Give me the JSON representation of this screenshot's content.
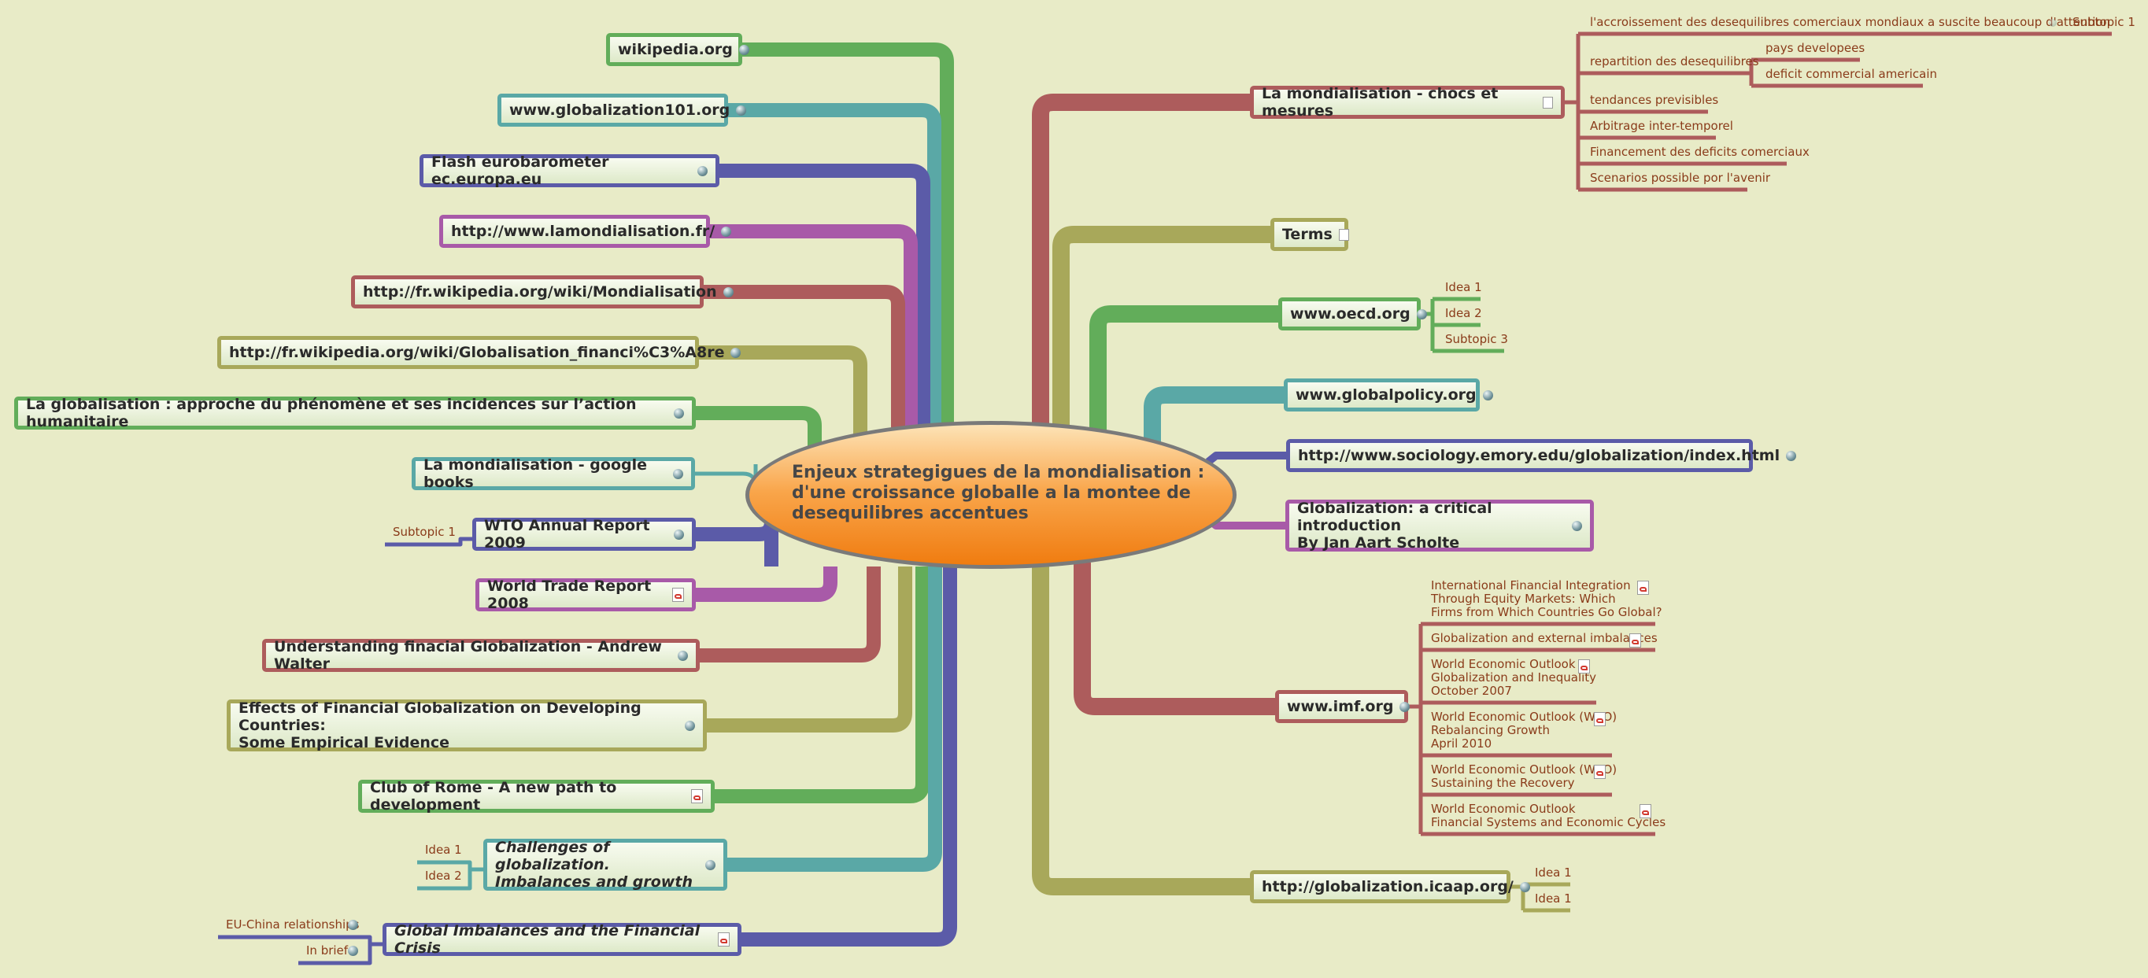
{
  "central_topic": "Enjeux strategigues de la mondialisation :\nd'une croissance globalle a la montee de\ndesequilibres accentues",
  "colors": {
    "background": "#e8ebc7",
    "green": "#62ad5a",
    "teal": "#5aa8a6",
    "blue": "#5b5ba8",
    "magenta": "#a85aa8",
    "red": "#ad5c5c",
    "olive": "#a8a85a",
    "leaf_text": "#8a3b1a"
  },
  "left_topics": [
    {
      "label": "wikipedia.org",
      "icon": "globe-icon"
    },
    {
      "label": "www.globalization101.org",
      "icon": "globe-icon"
    },
    {
      "label": "Flash eurobarometer ec.europa.eu",
      "icon": "globe-icon"
    },
    {
      "label": "http://www.lamondialisation.fr/",
      "icon": "globe-icon"
    },
    {
      "label": "http://fr.wikipedia.org/wiki/Mondialisation",
      "icon": "globe-icon"
    },
    {
      "label": "http://fr.wikipedia.org/wiki/Globalisation_financi%C3%A8re",
      "icon": "globe-icon"
    },
    {
      "label": "La globalisation : approche du phénomène et ses incidences sur l’action humanitaire",
      "icon": "globe-icon"
    },
    {
      "label": "La mondialisation - google books",
      "icon": "globe-icon"
    },
    {
      "label": "WTO Annual Report 2009",
      "icon": "globe-icon",
      "children": [
        {
          "label": "Subtopic 1"
        }
      ]
    },
    {
      "label": "World Trade Report 2008",
      "icon": "pdf-icon"
    },
    {
      "label": "Understanding finacial Globalization - Andrew Walter",
      "icon": "globe-icon"
    },
    {
      "label": "Effects of Financial Globalization on Developing Countries:\nSome Empirical Evidence",
      "icon": "globe-icon"
    },
    {
      "label": "Club of Rome - A new path to development",
      "icon": "pdf-icon"
    },
    {
      "label": "Challenges of globalization.\nImbalances and growth",
      "icon": "globe-icon",
      "children": [
        {
          "label": "Idea 1"
        },
        {
          "label": "Idea 2"
        }
      ]
    },
    {
      "label": "Global Imbalances and the Financial Crisis",
      "icon": "pdf-icon",
      "children": [
        {
          "label": "EU-China relationships",
          "icon": "globe-icon"
        },
        {
          "label": "In brief",
          "icon": "globe-icon"
        }
      ]
    }
  ],
  "right_topics": [
    {
      "label": "La mondialisation - chocs et mesures",
      "icon": "note-icon",
      "children": [
        {
          "label": "l'accroissement des desequilibres comerciaux mondiaux a suscite beaucoup d'attention",
          "children": [
            {
              "label": "Subtopic 1"
            }
          ]
        },
        {
          "label": "repartition des desequilibres",
          "children": [
            {
              "label": "pays developees"
            },
            {
              "label": "deficit commercial americain"
            }
          ]
        },
        {
          "label": "tendances previsibles"
        },
        {
          "label": "Arbitrage inter-temporel"
        },
        {
          "label": "Financement des deficits comerciaux"
        },
        {
          "label": "Scenarios possible por l'avenir"
        }
      ]
    },
    {
      "label": "Terms",
      "icon": "note-icon"
    },
    {
      "label": "www.oecd.org",
      "icon": "globe-icon",
      "children": [
        {
          "label": "Idea 1"
        },
        {
          "label": "Idea 2"
        },
        {
          "label": "Subtopic 3"
        }
      ]
    },
    {
      "label": "www.globalpolicy.org",
      "icon": "globe-icon"
    },
    {
      "label": "http://www.sociology.emory.edu/globalization/index.html",
      "icon": "globe-icon"
    },
    {
      "label": "Globalization: a critical introduction\n By Jan Aart Scholte",
      "icon": "globe-icon"
    },
    {
      "label": "www.imf.org",
      "icon": "globe-icon",
      "children": [
        {
          "label": "International Financial Integration\nThrough Equity Markets: Which\nFirms from Which Countries Go Global?",
          "icon": "pdf-icon"
        },
        {
          "label": "Globalization and external imbalances",
          "icon": "pdf-icon"
        },
        {
          "label": "World Economic Outlook\nGlobalization and Inequality\nOctober 2007",
          "icon": "pdf-icon"
        },
        {
          "label": "World Economic Outlook (WEO)\nRebalancing Growth\nApril 2010",
          "icon": "pdf-icon"
        },
        {
          "label": "World Economic Outlook (WEO)\nSustaining the Recovery",
          "icon": "pdf-icon"
        },
        {
          "label": "World Economic Outlook\nFinancial Systems and Economic Cycles",
          "icon": "pdf-icon"
        }
      ]
    },
    {
      "label": "http://globalization.icaap.org/",
      "icon": "globe-icon",
      "children": [
        {
          "label": "Idea 1"
        },
        {
          "label": "Idea 1"
        }
      ]
    }
  ]
}
